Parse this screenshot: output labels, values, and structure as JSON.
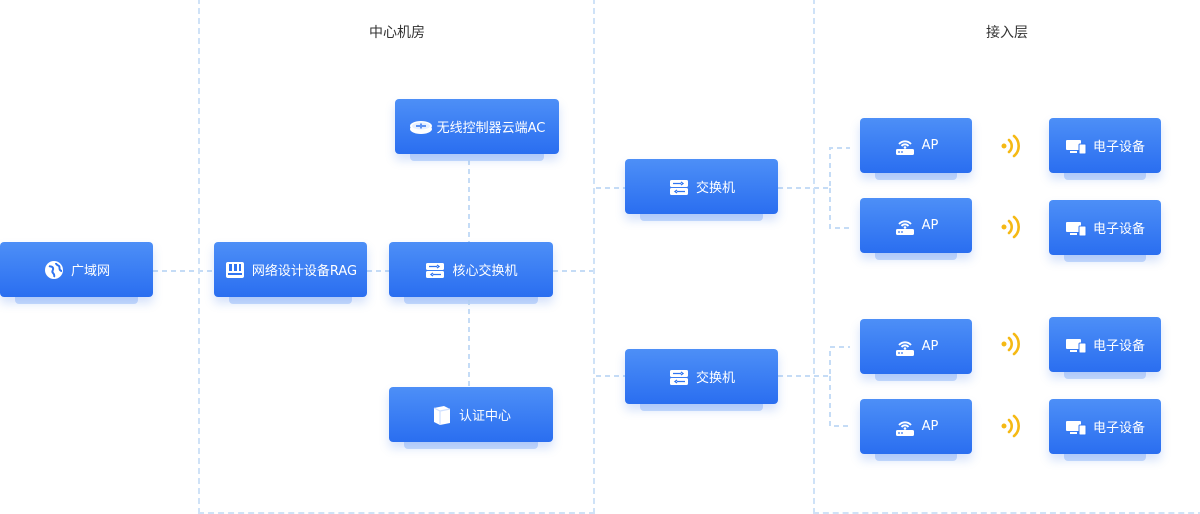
{
  "zones": {
    "center": {
      "title": "中心机房"
    },
    "access": {
      "title": "接入层"
    }
  },
  "nodes": {
    "wan": {
      "label": "广域网",
      "icon": "globe-icon"
    },
    "rag": {
      "label": "网络设计设备RAG",
      "icon": "rack-device-icon"
    },
    "ac": {
      "label": "无线控制器云端AC",
      "icon": "router-icon"
    },
    "core": {
      "label": "核心交换机",
      "icon": "switch-icon"
    },
    "auth": {
      "label": "认证中心",
      "icon": "server-book-icon"
    },
    "switch_top": {
      "label": "交换机",
      "icon": "switch-icon"
    },
    "switch_bottom": {
      "label": "交换机",
      "icon": "switch-icon"
    },
    "aps": [
      {
        "label": "AP",
        "icon": "wifi-ap-icon"
      },
      {
        "label": "AP",
        "icon": "wifi-ap-icon"
      },
      {
        "label": "AP",
        "icon": "wifi-ap-icon"
      },
      {
        "label": "AP",
        "icon": "wifi-ap-icon"
      }
    ],
    "devices": [
      {
        "label": "电子设备",
        "icon": "devices-icon"
      },
      {
        "label": "电子设备",
        "icon": "devices-icon"
      },
      {
        "label": "电子设备",
        "icon": "devices-icon"
      },
      {
        "label": "电子设备",
        "icon": "devices-icon"
      }
    ]
  },
  "colors": {
    "node": "#2f74f1",
    "wire": "#c5dcf6",
    "signal": "#f5b914"
  }
}
